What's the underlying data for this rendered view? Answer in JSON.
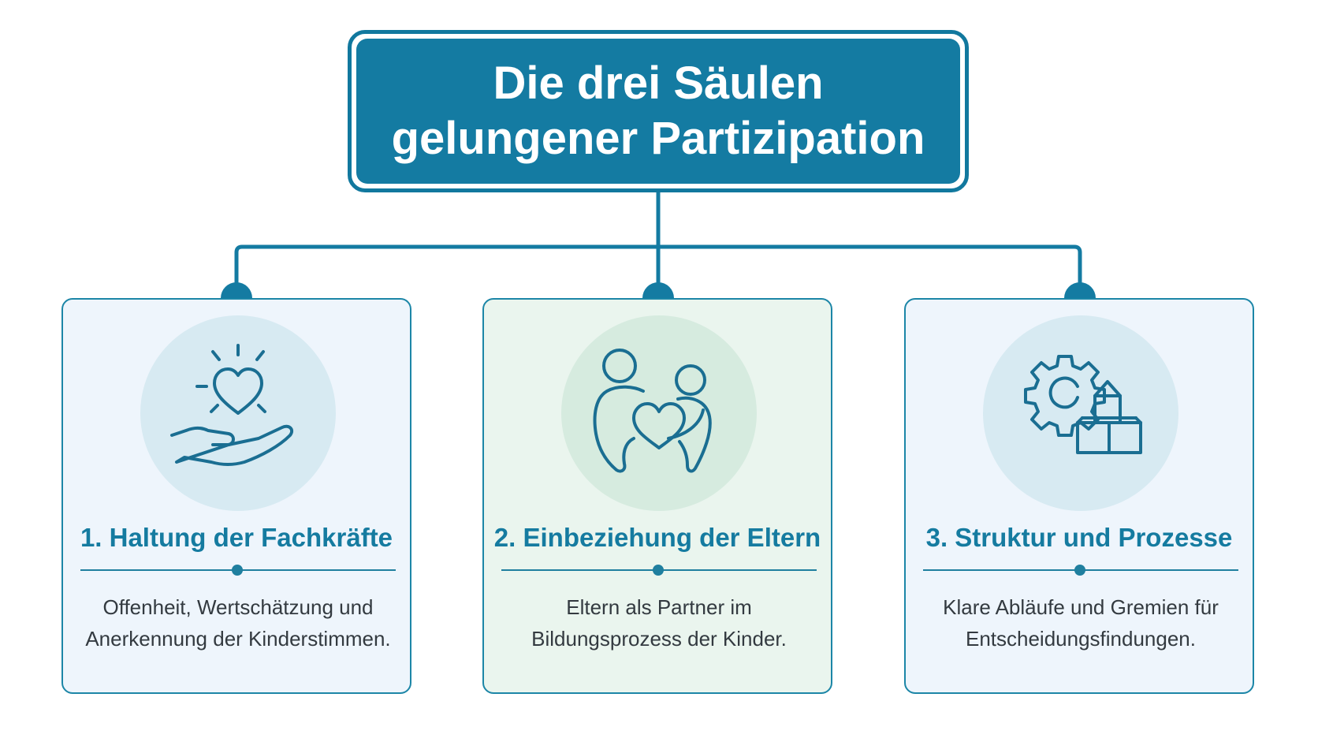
{
  "title": {
    "line1": "Die drei Säulen",
    "line2": "gelungener Partizipation"
  },
  "colors": {
    "primary": "#147ba2",
    "card_blue_bg": "#eef5fc",
    "card_green_bg": "#eaf5ee",
    "text": "#333a40"
  },
  "pillars": [
    {
      "icon": "hand-heart-icon",
      "title": "1. Haltung der Fachkräfte",
      "desc_line1": "Offenheit, Wertschätzung und",
      "desc_line2": "Anerkennung der Kinderstimmen."
    },
    {
      "icon": "parent-child-heart-icon",
      "title": "2. Einbeziehung der Eltern",
      "desc_line1": "Eltern als Partner im",
      "desc_line2": "Bildungsprozess der Kinder."
    },
    {
      "icon": "gear-blocks-icon",
      "title": "3. Struktur und Prozesse",
      "desc_line1": "Klare Abläufe und Gremien für",
      "desc_line2": "Entscheidungsfindungen."
    }
  ]
}
